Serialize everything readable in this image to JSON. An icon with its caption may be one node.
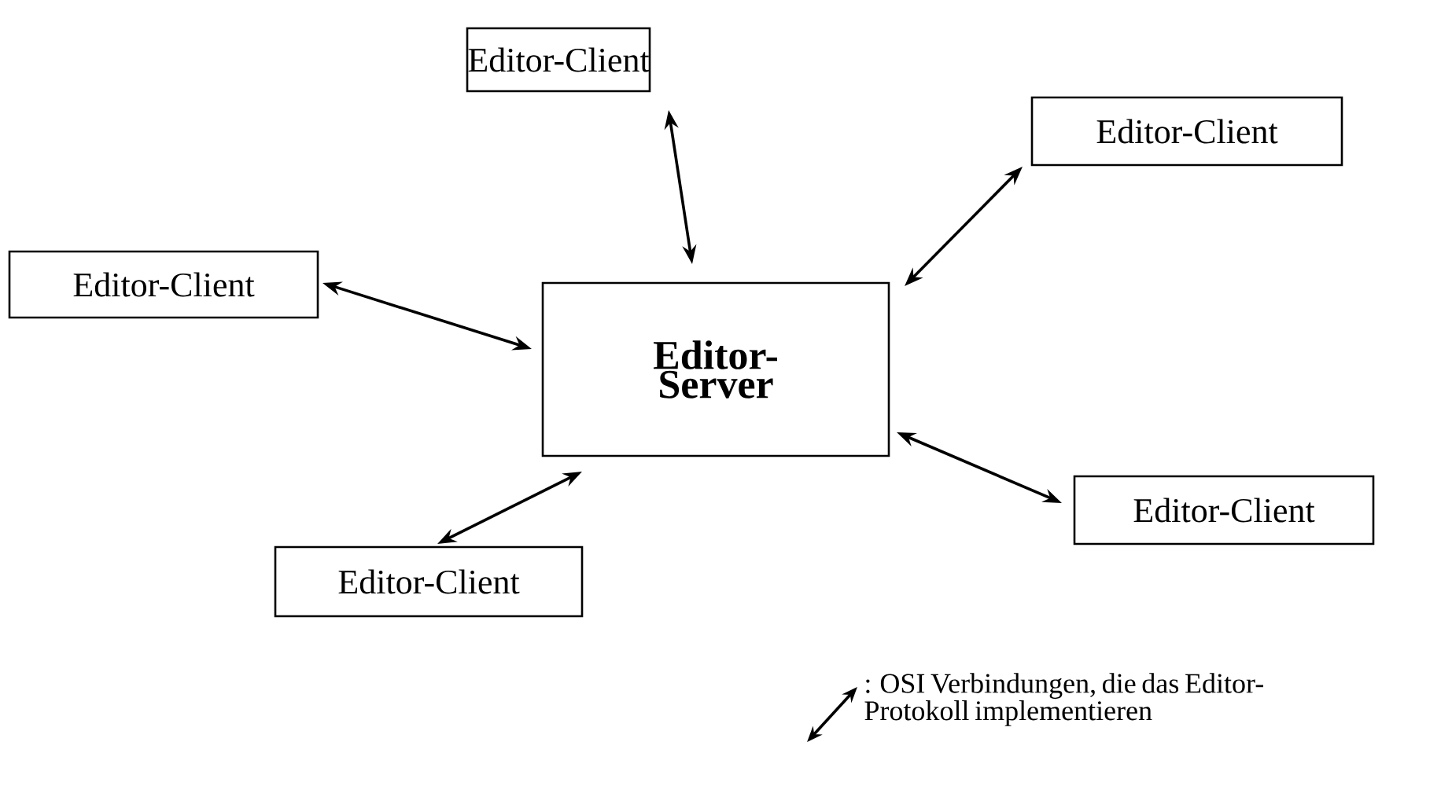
{
  "diagram": {
    "nodes": [
      {
        "text": [
          "Editor-Client"
        ]
      },
      {
        "text": [
          "Editor-Client"
        ]
      },
      {
        "text": [
          "Editor-Client"
        ]
      },
      {
        "text": [
          "Editor-Server"
        ]
      },
      {
        "text": [
          "Editor-Client"
        ]
      },
      {
        "text": [
          "Editor-Client"
        ]
      }
    ],
    "edges": [
      {
        "from": 0,
        "to": 3,
        "arrow": "both"
      },
      {
        "from": 1,
        "to": 3,
        "arrow": "both"
      },
      {
        "from": 2,
        "to": 3,
        "arrow": "both"
      },
      {
        "from": 4,
        "to": 3,
        "arrow": "both"
      },
      {
        "from": 5,
        "to": 3,
        "arrow": "both"
      }
    ],
    "legend": [
      {
        "text": ": OSI Verbindungen, die das Editor-Protokoll implementieren"
      }
    ]
  }
}
